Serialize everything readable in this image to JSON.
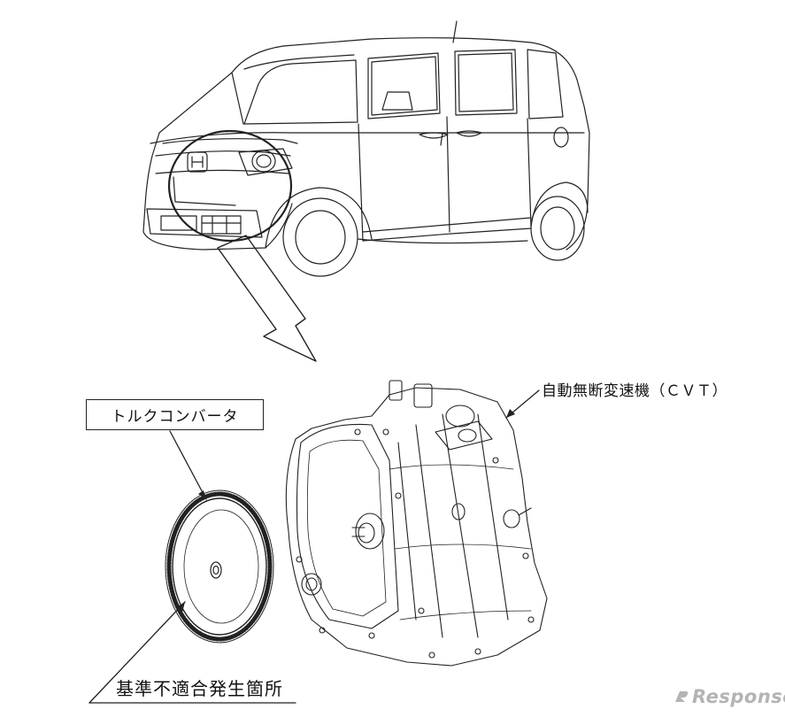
{
  "labels": {
    "torque_converter": "トルクコンバータ",
    "cvt": "自動無断変速機（ＣＶＴ）",
    "defect_location": "基準不適合発生箇所"
  },
  "watermark": {
    "text": "Response."
  },
  "colors": {
    "line": "#222222",
    "watermark": "#b4b4b4"
  }
}
